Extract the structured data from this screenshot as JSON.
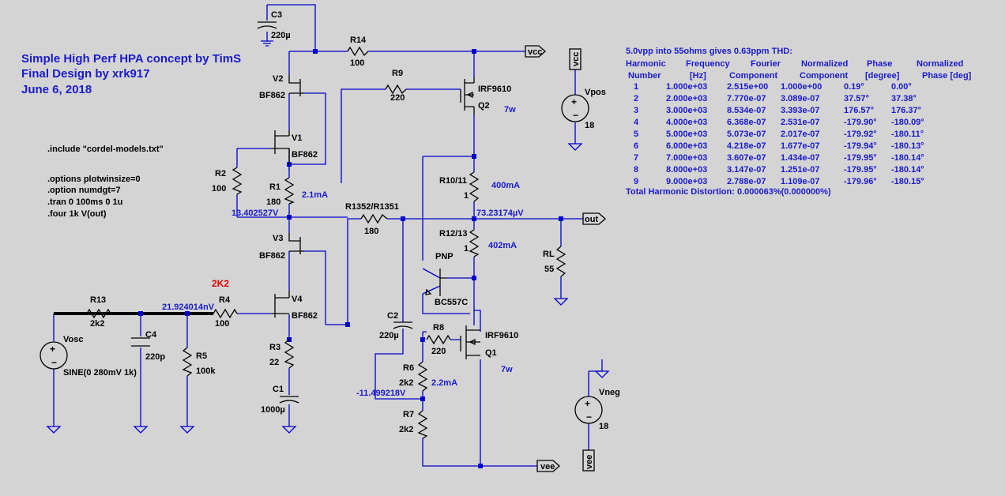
{
  "title": {
    "line1": "Simple High Perf HPA concept by TimS",
    "line2": "Final Design by xrk917",
    "line3": "June 6, 2018"
  },
  "directives": {
    "include": ".include \"cordel-models.txt\"",
    "options": ".options plotwinsize=0",
    "option": ".option numdgt=7",
    "tran": ".tran 0 100ms 0 1u",
    "four": ".four 1k V(out)"
  },
  "components": {
    "C3": {
      "name": "C3",
      "value": "220µ"
    },
    "R14": {
      "name": "R14",
      "value": "100"
    },
    "V2": {
      "name": "V2",
      "model": "BF862"
    },
    "V1": {
      "name": "V1",
      "model": "BF862"
    },
    "R9": {
      "name": "R9",
      "value": "220"
    },
    "Q2": {
      "name": "Q2",
      "model": "IRF9610",
      "power": "7w"
    },
    "R2": {
      "name": "R2",
      "value": "100"
    },
    "R1": {
      "name": "R1",
      "value": "180",
      "current": "2.1mA"
    },
    "R10": {
      "name": "R10/11",
      "value": "1",
      "current": "400mA"
    },
    "R1352": {
      "name": "R1352/R1351",
      "value": "180"
    },
    "V3": {
      "name": "V3",
      "model": "BF862"
    },
    "V4": {
      "name": "V4",
      "model": "BF862"
    },
    "R12": {
      "name": "R12/13",
      "value": "1",
      "current": "402mA"
    },
    "RL": {
      "name": "RL",
      "value": "55"
    },
    "PNP": {
      "name": "PNP",
      "model": "BC557C"
    },
    "R13": {
      "name": "R13",
      "value": "2k2"
    },
    "R4": {
      "name": "R4",
      "value": "100",
      "annotation": "2K2"
    },
    "C4": {
      "name": "C4",
      "value": "220p"
    },
    "R5": {
      "name": "R5",
      "value": "100k"
    },
    "Vosc": {
      "name": "Vosc",
      "value": "SINE(0 280mV 1k)"
    },
    "C2": {
      "name": "C2",
      "value": "220µ"
    },
    "R8": {
      "name": "R8",
      "value": "220"
    },
    "Q1": {
      "name": "Q1",
      "model": "IRF9610",
      "power": "7w"
    },
    "R3": {
      "name": "R3",
      "value": "22"
    },
    "C1": {
      "name": "C1",
      "value": "1000µ"
    },
    "R6": {
      "name": "R6",
      "value": "2k2",
      "current": "2.2mA"
    },
    "R7": {
      "name": "R7",
      "value": "2k2"
    },
    "Vpos": {
      "name": "Vpos",
      "value": "18",
      "net": "vcc"
    },
    "Vneg": {
      "name": "Vneg",
      "value": "18",
      "net": "vee"
    }
  },
  "nets": {
    "vcc": "vcc",
    "vee": "vee",
    "out": "out"
  },
  "node_voltages": {
    "n1": "13.402527V",
    "n2": "73.23174µV",
    "n3": "21.924014nV",
    "n4": "-11.499218V"
  },
  "thd_table": {
    "header": "5.0vpp into 55ohms gives 0.63ppm THD:",
    "col_headers_1": [
      "Harmonic",
      "Frequency",
      "Fourier",
      "Normalized",
      "Phase",
      "Normalized"
    ],
    "col_headers_2": [
      "Number",
      "[Hz]",
      "Component",
      "Component",
      "[degree]",
      "Phase [deg]"
    ],
    "rows": [
      [
        "1",
        "1.000e+03",
        "2.515e+00",
        "1.000e+00",
        "0.19°",
        "0.00°"
      ],
      [
        "2",
        "2.000e+03",
        "7.770e-07",
        "3.089e-07",
        "37.57°",
        "37.38°"
      ],
      [
        "3",
        "3.000e+03",
        "8.534e-07",
        "3.393e-07",
        "176.57°",
        "176.37°"
      ],
      [
        "4",
        "4.000e+03",
        "6.368e-07",
        "2.531e-07",
        "-179.90°",
        "-180.09°"
      ],
      [
        "5",
        "5.000e+03",
        "5.073e-07",
        "2.017e-07",
        "-179.92°",
        "-180.11°"
      ],
      [
        "6",
        "6.000e+03",
        "4.218e-07",
        "1.677e-07",
        "-179.94°",
        "-180.13°"
      ],
      [
        "7",
        "7.000e+03",
        "3.607e-07",
        "1.434e-07",
        "-179.95°",
        "-180.14°"
      ],
      [
        "8",
        "8.000e+03",
        "3.147e-07",
        "1.251e-07",
        "-179.95°",
        "-180.14°"
      ],
      [
        "9",
        "9.000e+03",
        "2.788e-07",
        "1.109e-07",
        "-179.96°",
        "-180.15°"
      ]
    ],
    "footer": "Total Harmonic Distortion: 0.000063%(0.000000%)"
  },
  "colors": {
    "background": "#d4d4d4",
    "wire": "#0000cc",
    "component": "#000000",
    "label": "#1a1acc",
    "annotation": "#e00000"
  }
}
